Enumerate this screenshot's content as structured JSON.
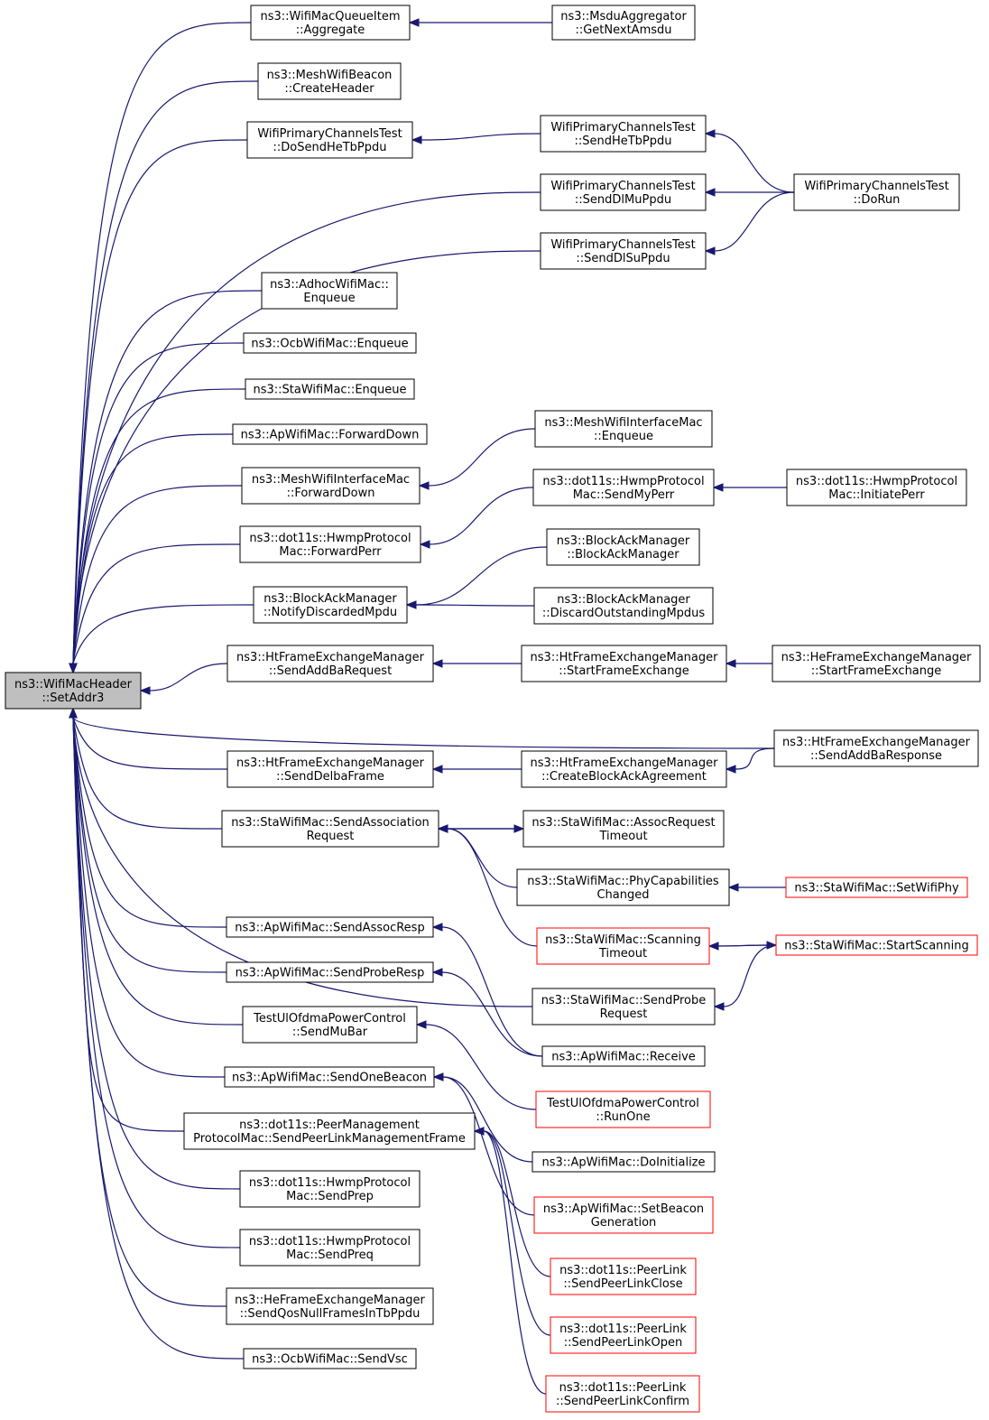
{
  "colors": {
    "edge": "#191970",
    "root_fill": "#bfbfbf",
    "truncated_border": "#ff0000",
    "node_border": "#000000"
  },
  "nodes": [
    {
      "id": "root",
      "lines": [
        "ns3::WifiMacHeader",
        "::SetAddr3"
      ],
      "style": "root"
    },
    {
      "id": "n1",
      "lines": [
        "ns3::WifiMacQueueItem",
        "::Aggregate"
      ],
      "style": "plain"
    },
    {
      "id": "n2",
      "lines": [
        "ns3::MeshWifiBeacon",
        "::CreateHeader"
      ],
      "style": "plain"
    },
    {
      "id": "n3",
      "lines": [
        "WifiPrimaryChannelsTest",
        "::DoSendHeTbPpdu"
      ],
      "style": "plain"
    },
    {
      "id": "n4",
      "lines": [
        "ns3::AdhocWifiMac::",
        "Enqueue"
      ],
      "style": "plain"
    },
    {
      "id": "n5",
      "lines": [
        "ns3::OcbWifiMac::Enqueue"
      ],
      "style": "plain"
    },
    {
      "id": "n6",
      "lines": [
        "ns3::StaWifiMac::Enqueue"
      ],
      "style": "plain"
    },
    {
      "id": "n7",
      "lines": [
        "ns3::ApWifiMac::ForwardDown"
      ],
      "style": "plain"
    },
    {
      "id": "n8",
      "lines": [
        "ns3::MeshWifiInterfaceMac",
        "::ForwardDown"
      ],
      "style": "plain"
    },
    {
      "id": "n9",
      "lines": [
        "ns3::dot11s::HwmpProtocol",
        "Mac::ForwardPerr"
      ],
      "style": "plain"
    },
    {
      "id": "n10",
      "lines": [
        "ns3::BlockAckManager",
        "::NotifyDiscardedMpdu"
      ],
      "style": "plain"
    },
    {
      "id": "n11",
      "lines": [
        "ns3::HtFrameExchangeManager",
        "::SendAddBaRequest"
      ],
      "style": "plain"
    },
    {
      "id": "n12",
      "lines": [
        "ns3::HtFrameExchangeManager",
        "::SendDelbaFrame"
      ],
      "style": "plain"
    },
    {
      "id": "n13",
      "lines": [
        "ns3::StaWifiMac::SendAssociation",
        "Request"
      ],
      "style": "plain"
    },
    {
      "id": "n14",
      "lines": [
        "ns3::ApWifiMac::SendAssocResp"
      ],
      "style": "plain"
    },
    {
      "id": "n15",
      "lines": [
        "ns3::ApWifiMac::SendProbeResp"
      ],
      "style": "plain"
    },
    {
      "id": "n16",
      "lines": [
        "TestUlOfdmaPowerControl",
        "::SendMuBar"
      ],
      "style": "plain"
    },
    {
      "id": "n17",
      "lines": [
        "ns3::ApWifiMac::SendOneBeacon"
      ],
      "style": "plain"
    },
    {
      "id": "n18",
      "lines": [
        "ns3::dot11s::PeerManagement",
        "ProtocolMac::SendPeerLinkManagementFrame"
      ],
      "style": "plain"
    },
    {
      "id": "n19",
      "lines": [
        "ns3::dot11s::HwmpProtocol",
        "Mac::SendPrep"
      ],
      "style": "plain"
    },
    {
      "id": "n20",
      "lines": [
        "ns3::dot11s::HwmpProtocol",
        "Mac::SendPreq"
      ],
      "style": "plain"
    },
    {
      "id": "n21",
      "lines": [
        "ns3::HeFrameExchangeManager",
        "::SendQosNullFramesInTbPpdu"
      ],
      "style": "plain"
    },
    {
      "id": "n22",
      "lines": [
        "ns3::OcbWifiMac::SendVsc"
      ],
      "style": "plain"
    },
    {
      "id": "m1",
      "lines": [
        "ns3::MsduAggregator",
        "::GetNextAmsdu"
      ],
      "style": "plain"
    },
    {
      "id": "m2",
      "lines": [
        "WifiPrimaryChannelsTest",
        "::SendHeTbPpdu"
      ],
      "style": "plain"
    },
    {
      "id": "m3",
      "lines": [
        "WifiPrimaryChannelsTest",
        "::SendDlMuPpdu"
      ],
      "style": "plain"
    },
    {
      "id": "m4",
      "lines": [
        "WifiPrimaryChannelsTest",
        "::SendDlSuPpdu"
      ],
      "style": "plain"
    },
    {
      "id": "m5",
      "lines": [
        "ns3::MeshWifiInterfaceMac",
        "::Enqueue"
      ],
      "style": "plain"
    },
    {
      "id": "m6",
      "lines": [
        "ns3::dot11s::HwmpProtocol",
        "Mac::SendMyPerr"
      ],
      "style": "plain"
    },
    {
      "id": "m7",
      "lines": [
        "ns3::BlockAckManager",
        "::BlockAckManager"
      ],
      "style": "plain"
    },
    {
      "id": "m8",
      "lines": [
        "ns3::BlockAckManager",
        "::DiscardOutstandingMpdus"
      ],
      "style": "plain"
    },
    {
      "id": "m9",
      "lines": [
        "ns3::HtFrameExchangeManager",
        "::StartFrameExchange"
      ],
      "style": "plain"
    },
    {
      "id": "m10",
      "lines": [
        "ns3::HtFrameExchangeManager",
        "::CreateBlockAckAgreement"
      ],
      "style": "plain"
    },
    {
      "id": "m11",
      "lines": [
        "ns3::StaWifiMac::AssocRequest",
        "Timeout"
      ],
      "style": "plain"
    },
    {
      "id": "m12",
      "lines": [
        "ns3::StaWifiMac::PhyCapabilities",
        "Changed"
      ],
      "style": "plain"
    },
    {
      "id": "m13",
      "lines": [
        "ns3::StaWifiMac::Scanning",
        "Timeout"
      ],
      "style": "trunc"
    },
    {
      "id": "m14",
      "lines": [
        "ns3::StaWifiMac::SendProbe",
        "Request"
      ],
      "style": "plain"
    },
    {
      "id": "m15",
      "lines": [
        "ns3::ApWifiMac::Receive"
      ],
      "style": "plain"
    },
    {
      "id": "m16",
      "lines": [
        "TestUlOfdmaPowerControl",
        "::RunOne"
      ],
      "style": "trunc"
    },
    {
      "id": "m17",
      "lines": [
        "ns3::ApWifiMac::DoInitialize"
      ],
      "style": "plain"
    },
    {
      "id": "m18",
      "lines": [
        "ns3::ApWifiMac::SetBeacon",
        "Generation"
      ],
      "style": "trunc"
    },
    {
      "id": "m19",
      "lines": [
        "ns3::dot11s::PeerLink",
        "::SendPeerLinkClose"
      ],
      "style": "trunc"
    },
    {
      "id": "m20",
      "lines": [
        "ns3::dot11s::PeerLink",
        "::SendPeerLinkOpen"
      ],
      "style": "trunc"
    },
    {
      "id": "m21",
      "lines": [
        "ns3::dot11s::PeerLink",
        "::SendPeerLinkConfirm"
      ],
      "style": "trunc"
    },
    {
      "id": "r1",
      "lines": [
        "WifiPrimaryChannelsTest",
        "::DoRun"
      ],
      "style": "plain"
    },
    {
      "id": "r2",
      "lines": [
        "ns3::dot11s::HwmpProtocol",
        "Mac::InitiatePerr"
      ],
      "style": "plain"
    },
    {
      "id": "r3",
      "lines": [
        "ns3::HeFrameExchangeManager",
        "::StartFrameExchange"
      ],
      "style": "plain"
    },
    {
      "id": "r4",
      "lines": [
        "ns3::HtFrameExchangeManager",
        "::SendAddBaResponse"
      ],
      "style": "plain"
    },
    {
      "id": "r5",
      "lines": [
        "ns3::StaWifiMac::SetWifiPhy"
      ],
      "style": "trunc"
    },
    {
      "id": "r6",
      "lines": [
        "ns3::StaWifiMac::StartScanning"
      ],
      "style": "trunc"
    }
  ],
  "edges": [
    {
      "from": "n1",
      "to": "root"
    },
    {
      "from": "n2",
      "to": "root"
    },
    {
      "from": "n3",
      "to": "root"
    },
    {
      "from": "m3",
      "to": "root"
    },
    {
      "from": "m4",
      "to": "root"
    },
    {
      "from": "n4",
      "to": "root"
    },
    {
      "from": "n5",
      "to": "root"
    },
    {
      "from": "n6",
      "to": "root"
    },
    {
      "from": "n7",
      "to": "root"
    },
    {
      "from": "n8",
      "to": "root"
    },
    {
      "from": "n9",
      "to": "root"
    },
    {
      "from": "n10",
      "to": "root"
    },
    {
      "from": "n11",
      "to": "root"
    },
    {
      "from": "r4",
      "to": "root"
    },
    {
      "from": "n12",
      "to": "root"
    },
    {
      "from": "n13",
      "to": "root"
    },
    {
      "from": "m14",
      "to": "root"
    },
    {
      "from": "n14",
      "to": "root"
    },
    {
      "from": "n15",
      "to": "root"
    },
    {
      "from": "n16",
      "to": "root"
    },
    {
      "from": "n17",
      "to": "root"
    },
    {
      "from": "n18",
      "to": "root"
    },
    {
      "from": "n19",
      "to": "root"
    },
    {
      "from": "n20",
      "to": "root"
    },
    {
      "from": "n21",
      "to": "root"
    },
    {
      "from": "n22",
      "to": "root"
    },
    {
      "from": "m1",
      "to": "n1"
    },
    {
      "from": "m2",
      "to": "n3"
    },
    {
      "from": "r1",
      "to": "m2"
    },
    {
      "from": "r1",
      "to": "m3"
    },
    {
      "from": "r1",
      "to": "m4"
    },
    {
      "from": "m5",
      "to": "n8"
    },
    {
      "from": "m6",
      "to": "n9"
    },
    {
      "from": "r2",
      "to": "m6"
    },
    {
      "from": "m7",
      "to": "n10"
    },
    {
      "from": "m8",
      "to": "n10"
    },
    {
      "from": "m9",
      "to": "n11"
    },
    {
      "from": "r3",
      "to": "m9"
    },
    {
      "from": "m10",
      "to": "n12"
    },
    {
      "from": "r4",
      "to": "m10"
    },
    {
      "from": "m11",
      "to": "n13"
    },
    {
      "from": "n13",
      "to": "m11"
    },
    {
      "from": "m12",
      "to": "n13"
    },
    {
      "from": "m13",
      "to": "n13"
    },
    {
      "from": "r5",
      "to": "m12"
    },
    {
      "from": "r6",
      "to": "m13"
    },
    {
      "from": "m13",
      "to": "r6"
    },
    {
      "from": "r6",
      "to": "m14"
    },
    {
      "from": "m15",
      "to": "n14"
    },
    {
      "from": "m15",
      "to": "n15"
    },
    {
      "from": "m16",
      "to": "n16"
    },
    {
      "from": "m17",
      "to": "n17"
    },
    {
      "from": "m18",
      "to": "n17"
    },
    {
      "from": "m19",
      "to": "n18"
    },
    {
      "from": "m20",
      "to": "n18"
    },
    {
      "from": "m21",
      "to": "n18"
    }
  ]
}
